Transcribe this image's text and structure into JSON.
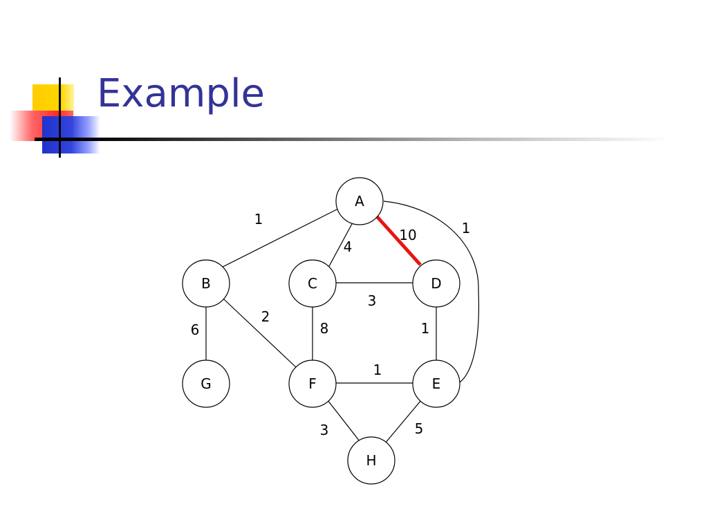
{
  "slide": {
    "title": "Example"
  },
  "colors": {
    "title": "#333399",
    "highlight_edge": "#e81414",
    "edge": "#000000",
    "node_fill": "#ffffff",
    "logo_yellow": "#ffcc00",
    "logo_red": "#ff3333",
    "logo_blue": "#2233cc"
  },
  "graph": {
    "nodes": [
      {
        "id": "A",
        "label": "A"
      },
      {
        "id": "B",
        "label": "B"
      },
      {
        "id": "C",
        "label": "C"
      },
      {
        "id": "D",
        "label": "D"
      },
      {
        "id": "E",
        "label": "E"
      },
      {
        "id": "F",
        "label": "F"
      },
      {
        "id": "G",
        "label": "G"
      },
      {
        "id": "H",
        "label": "H"
      }
    ],
    "edges": [
      {
        "from": "A",
        "to": "B",
        "weight": "1",
        "highlighted": false
      },
      {
        "from": "A",
        "to": "C",
        "weight": "4",
        "highlighted": false
      },
      {
        "from": "A",
        "to": "D",
        "weight": "10",
        "highlighted": true
      },
      {
        "from": "A",
        "to": "E",
        "weight": "1",
        "highlighted": false
      },
      {
        "from": "C",
        "to": "D",
        "weight": "3",
        "highlighted": false
      },
      {
        "from": "B",
        "to": "F",
        "weight": "2",
        "highlighted": false
      },
      {
        "from": "B",
        "to": "G",
        "weight": "6",
        "highlighted": false
      },
      {
        "from": "C",
        "to": "F",
        "weight": "8",
        "highlighted": false
      },
      {
        "from": "D",
        "to": "E",
        "weight": "1",
        "highlighted": false
      },
      {
        "from": "F",
        "to": "E",
        "weight": "1",
        "highlighted": false
      },
      {
        "from": "F",
        "to": "H",
        "weight": "3",
        "highlighted": false
      },
      {
        "from": "E",
        "to": "H",
        "weight": "5",
        "highlighted": false
      }
    ]
  }
}
